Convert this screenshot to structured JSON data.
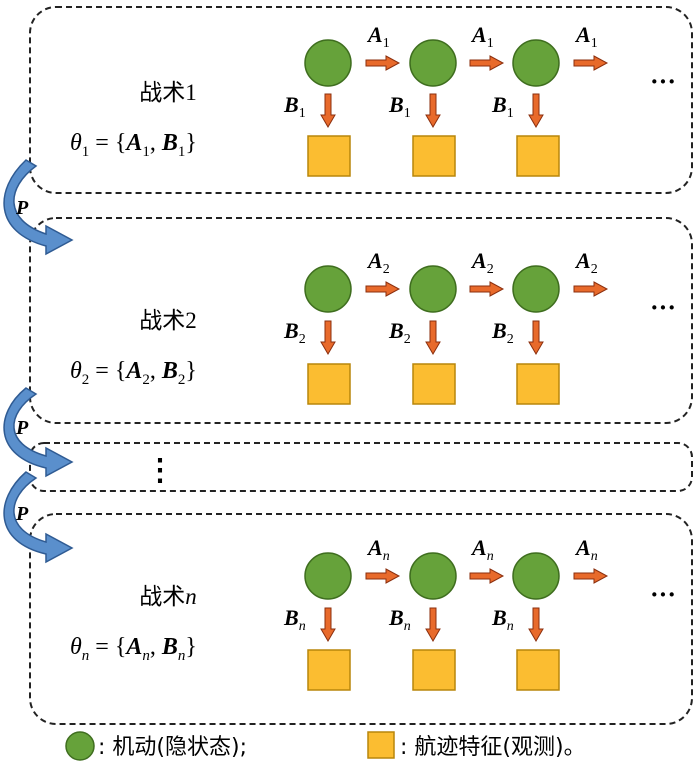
{
  "colors": {
    "state_fill": "#66a23a",
    "state_stroke": "#3f6e1f",
    "obs_fill": "#fbbd31",
    "obs_stroke": "#b8860b",
    "arrow_fill": "#e86a2b",
    "arrow_stroke": "#8b2f0e",
    "p_arrow_fill": "#5a8fcc",
    "p_arrow_stroke": "#2f5b93",
    "border": "#222222"
  },
  "tactics": [
    {
      "label": "战术",
      "index": "1",
      "theta_sub": "1",
      "a_sub": "1",
      "b_sub": "1"
    },
    {
      "label": "战术",
      "index": "2",
      "theta_sub": "2",
      "a_sub": "2",
      "b_sub": "2"
    },
    {
      "label": "战术",
      "index": "n",
      "theta_sub": "n",
      "a_sub": "n",
      "b_sub": "n"
    }
  ],
  "transition_symbol": "A",
  "emission_symbol": "B",
  "theta_symbol": "θ",
  "p_label": "P",
  "ellipsis_h": "···",
  "ellipsis_v": "⋮",
  "legend": {
    "state_text": ": 机动(隐状态);",
    "obs_text": ": 航迹特征(观测)。"
  }
}
